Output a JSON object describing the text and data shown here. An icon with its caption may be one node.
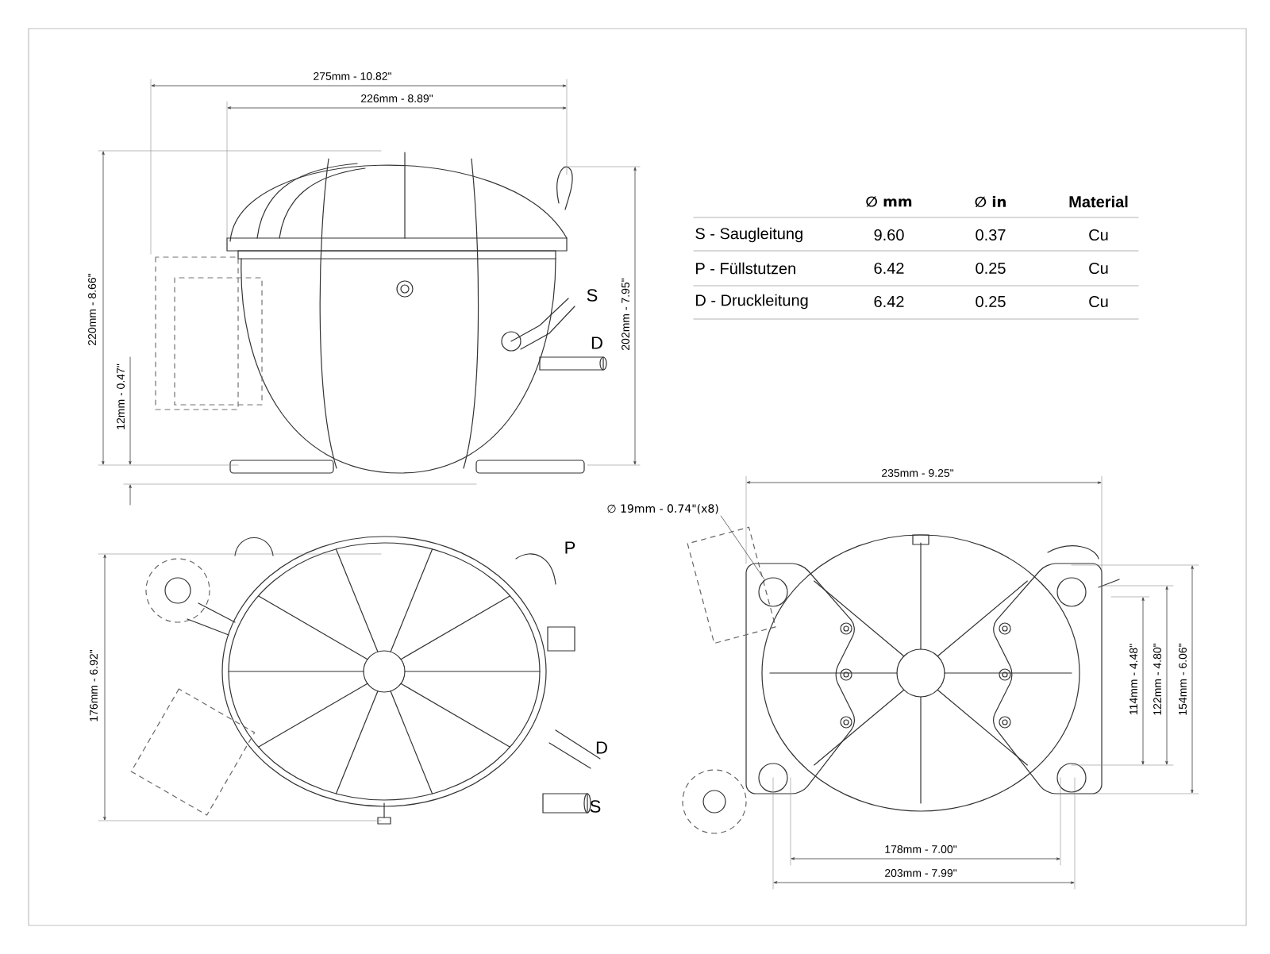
{
  "diagram": {
    "nodes": [
      {
        "text": [
          "∅ 19mm - 0.74\"(x8)"
        ]
      },
      {
        "text": [],
        "shape": "circle"
      }
    ],
    "edges": [
      {
        "from": 0,
        "to": 1,
        "arrow": "none"
      }
    ],
    "labels": [
      "275mm - 10.82\"",
      "226mm - 8.89\"",
      "220mm - 8.66\"",
      "12mm - 0.47\"",
      "202mm - 7.95\"",
      "S",
      "D",
      "176mm - 6.92\"",
      "P",
      "D",
      "S",
      "235mm - 9.25\"",
      "114mm - 4.48\"",
      "122mm - 4.80\"",
      "154mm - 6.06\"",
      "178mm - 7.00\"",
      "203mm - 7.99\"",
      "∅ mm",
      "∅ in",
      "Material",
      "S - Saugleitung",
      "9.60",
      "0.37",
      "Cu",
      "P - Füllstutzen",
      "6.42",
      "0.25",
      "Cu",
      "D - Druckleitung",
      "6.42",
      "0.25",
      "Cu"
    ]
  }
}
